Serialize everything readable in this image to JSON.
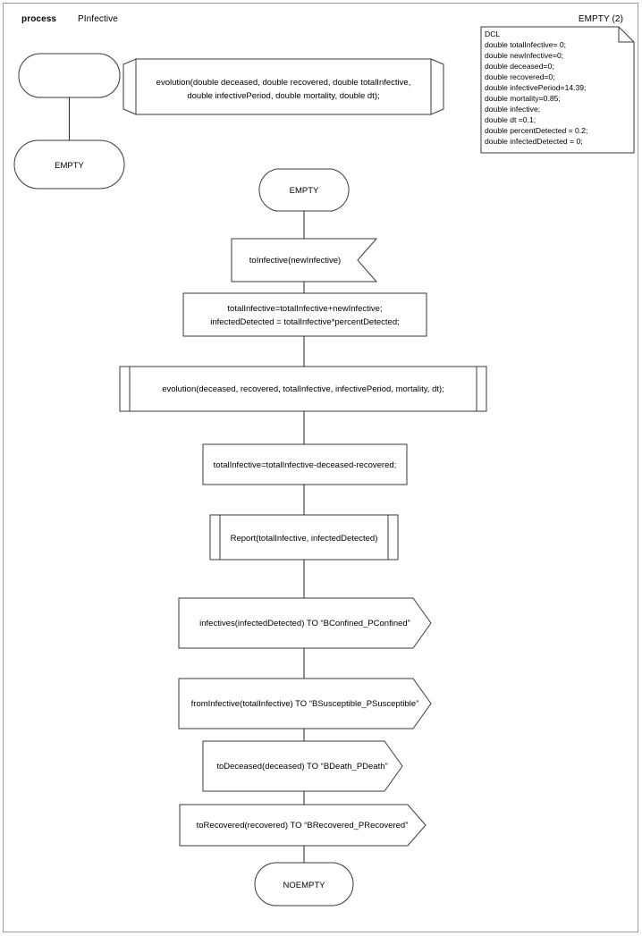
{
  "header": {
    "keyword": "process",
    "process_name": "PInfective",
    "page_label": "EMPTY (2)"
  },
  "declaration": {
    "title": "DCL",
    "lines": [
      "double totalInfective= 0;",
      "double newInfective=0;",
      "double deceased=0;",
      "double recovered=0;",
      "double infectivePeriod=14.39;",
      "double mortality=0.85;",
      "double infective;",
      "double dt =0.1;",
      "double percentDetected = 0.2;",
      "double infectedDetected = 0;"
    ]
  },
  "start_branch": {
    "start_label": "",
    "next_state_label": "EMPTY"
  },
  "procedure_decl": {
    "line1": "evolution(double deceased, double recovered, double totalInfective,",
    "line2": "double infectivePeriod, double mortality, double dt);"
  },
  "flow": {
    "state_start": "EMPTY",
    "input": "toInfective(newInfective)",
    "task1_line1": "totalInfective=totalInfective+newInfective;",
    "task1_line2": "infectedDetected = totalInfective*percentDetected;",
    "call_evolution": "evolution(deceased, recovered, totalInfective, infectivePeriod, mortality, dt);",
    "task2": "totalInfective=totalInfective-deceased-recovered;",
    "call_report": "Report(totalInfective, infectedDetected)",
    "output1": "infectives(infectedDetected) TO “BConfined_PConfined”",
    "output2": "fromInfective(totalInfective) TO “BSusceptible_PSusceptible”",
    "output3": "toDeceased(deceased) TO “BDeath_PDeath”",
    "output4": "toRecovered(recovered) TO “BRecovered_PRecovered”",
    "state_end": "NOEMPTY"
  },
  "colors": {
    "stroke": "#3a3a3a",
    "frame": "#9a9a9a",
    "background": "#ffffff"
  }
}
